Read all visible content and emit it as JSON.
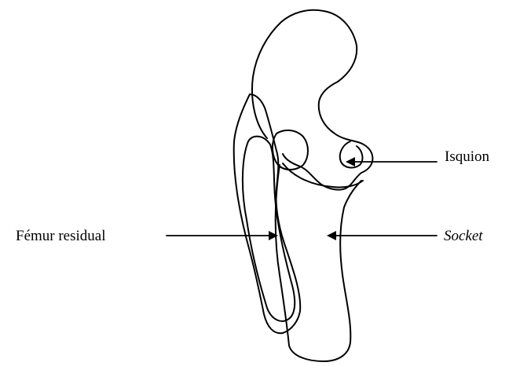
{
  "labels": {
    "isquion": "Isquion",
    "femur_residual": "Fémur residual",
    "socket": "Socket"
  },
  "colors": {
    "line": "#000000",
    "background": "#ffffff"
  }
}
